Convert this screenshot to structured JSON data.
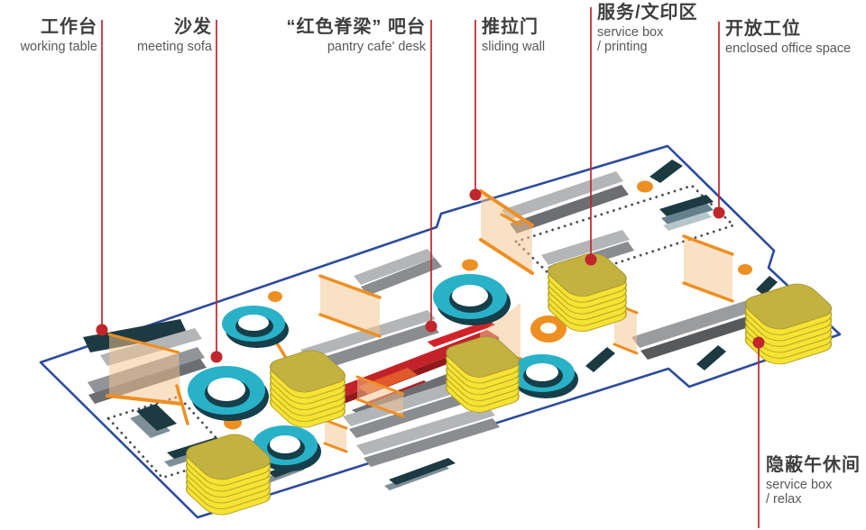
{
  "callouts": {
    "working_table": {
      "zh": "工作台",
      "en_lines": [
        "working table"
      ]
    },
    "meeting_sofa": {
      "zh": "沙发",
      "en_lines": [
        "meeting sofa"
      ]
    },
    "pantry_desk": {
      "zh": "“红色脊梁” 吧台",
      "en_lines": [
        "pantry cafe' desk"
      ]
    },
    "sliding_wall": {
      "zh": "推拉门",
      "en_lines": [
        "sliding wall"
      ]
    },
    "service_printing": {
      "zh": "服务/文印区",
      "en_lines": [
        "service box",
        "/ printing"
      ]
    },
    "open_workstation": {
      "zh": "开放工位",
      "en_lines": [
        "enclosed office space"
      ]
    },
    "nap_room": {
      "zh": "隐蔽午休间",
      "en_lines": [
        "service box",
        "/ relax"
      ]
    }
  },
  "colors": {
    "leader_red": "#c0262c",
    "boundary_blue": "#2c4b9c",
    "teal": "#29b1c7",
    "teal_dark": "#153f4a",
    "service_box_yellow": "#f6e332",
    "service_box_top": "#c3b240",
    "partition_orange": "#ee8f22",
    "spine_red": "#c22228",
    "desk_navy": "#1d3a43",
    "label_zh_gray": "#3e3e40",
    "label_en_gray": "#57585a"
  }
}
